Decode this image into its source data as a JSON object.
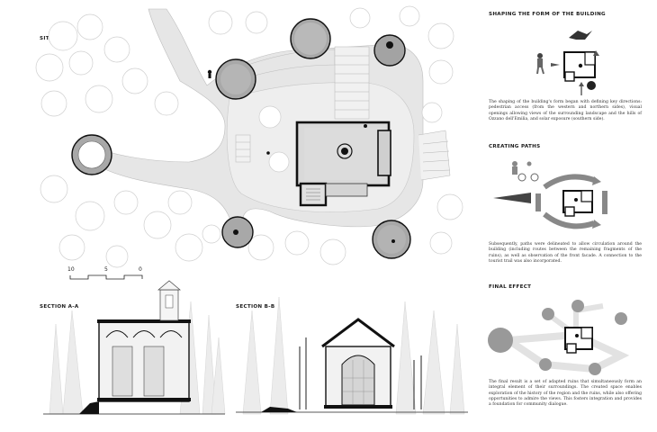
{
  "site_plan": {
    "title": "SITE PLAN",
    "scale": {
      "labels": [
        "10",
        "5",
        "0"
      ]
    }
  },
  "section_a": {
    "title": "SECTION A-A"
  },
  "section_b": {
    "title": "SECTION B-B"
  },
  "panel_shaping": {
    "title": "SHAPING THE FORM OF THE BUILDING",
    "text": "The shaping of the building's form began with defining key directions: pedestrian access (from the western and northern sides), visual openings allowing views of the surrounding landscape and the hills of Ozzano dell'Emilia, and solar exposure (southern side)."
  },
  "panel_paths": {
    "title": "CREATING PATHS",
    "text": "Subsequently, paths were delineated to allow circulation around the building (including routes between the remaining fragments of the ruins), as well as observation of the front facade. A connection to the tourist trail was also incorporated."
  },
  "panel_final": {
    "title": "FINAL EFFECT",
    "text": "The final result is a set of adapted ruins that simultaneously form an integral element of their surroundings. The created space enables exploration of the history of the region and the ruins, while also offering opportunities to admire the views. This fosters integration and provides a foundation for community dialogue."
  }
}
